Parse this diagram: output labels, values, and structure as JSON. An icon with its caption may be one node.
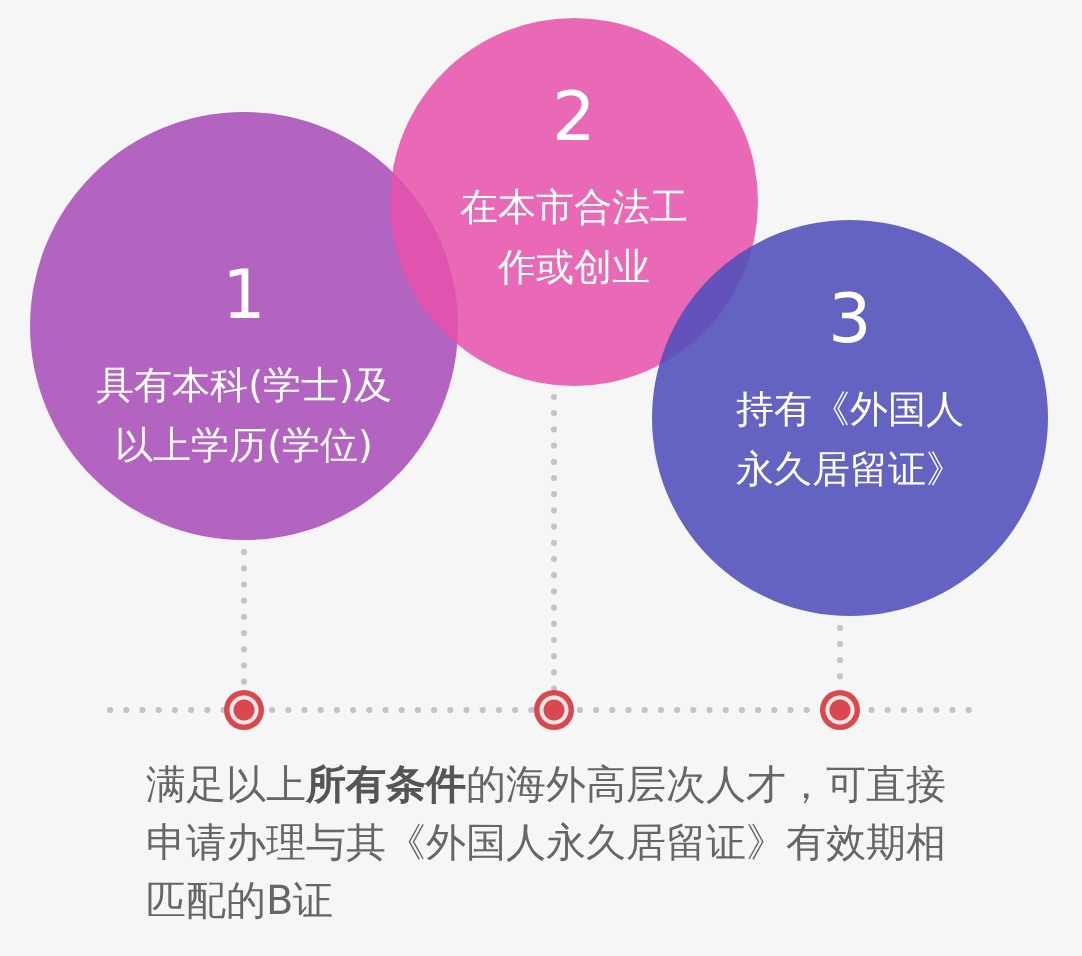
{
  "diagram": {
    "nodes": [
      {
        "text": [
          "1",
          "具有本科(学士)及以上学历(学位)"
        ]
      },
      {
        "text": [
          "2",
          "在本市合法工作或创业"
        ]
      },
      {
        "text": [
          "3",
          "持有《外国人永久居留证》"
        ]
      },
      {
        "text": [],
        "shape": "circle"
      },
      {
        "text": [],
        "shape": "circle"
      },
      {
        "text": [],
        "shape": "circle"
      }
    ],
    "edges": [
      {
        "from": 0,
        "to": 3,
        "arrow": "none",
        "style": "dashed"
      },
      {
        "from": 1,
        "to": 4,
        "arrow": "none",
        "style": "dashed"
      },
      {
        "from": 2,
        "to": 5,
        "arrow": "none",
        "style": "dashed"
      }
    ],
    "labels": [
      "满足以上**所有条件**的海外高层次人才，可直接申请办理与其《外国人永久居留证》有效期相匹配的B证"
    ]
  }
}
